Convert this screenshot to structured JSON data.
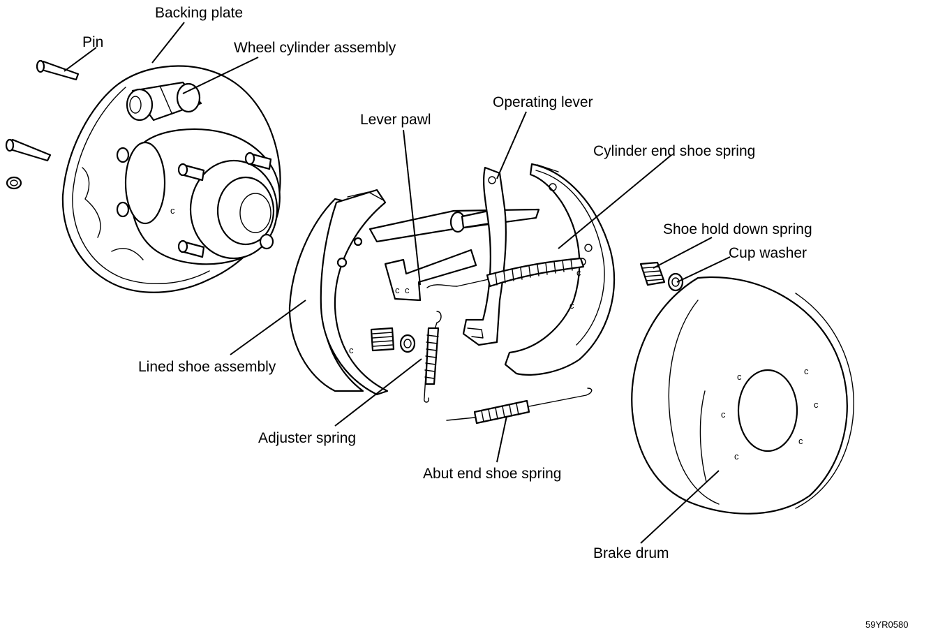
{
  "labels": {
    "backing_plate": "Backing plate",
    "pin": "Pin",
    "wheel_cylinder_assembly": "Wheel cylinder assembly",
    "operating_lever": "Operating lever",
    "lever_pawl": "Lever pawl",
    "cylinder_end_shoe_spring": "Cylinder end shoe spring",
    "shoe_hold_down_spring": "Shoe hold down spring",
    "cup_washer": "Cup washer",
    "lined_shoe_assembly": "Lined shoe assembly",
    "adjuster_spring": "Adjuster spring",
    "abut_end_shoe_spring": "Abut end shoe spring",
    "brake_drum": "Brake drum"
  },
  "figure_code": "59YR0580"
}
